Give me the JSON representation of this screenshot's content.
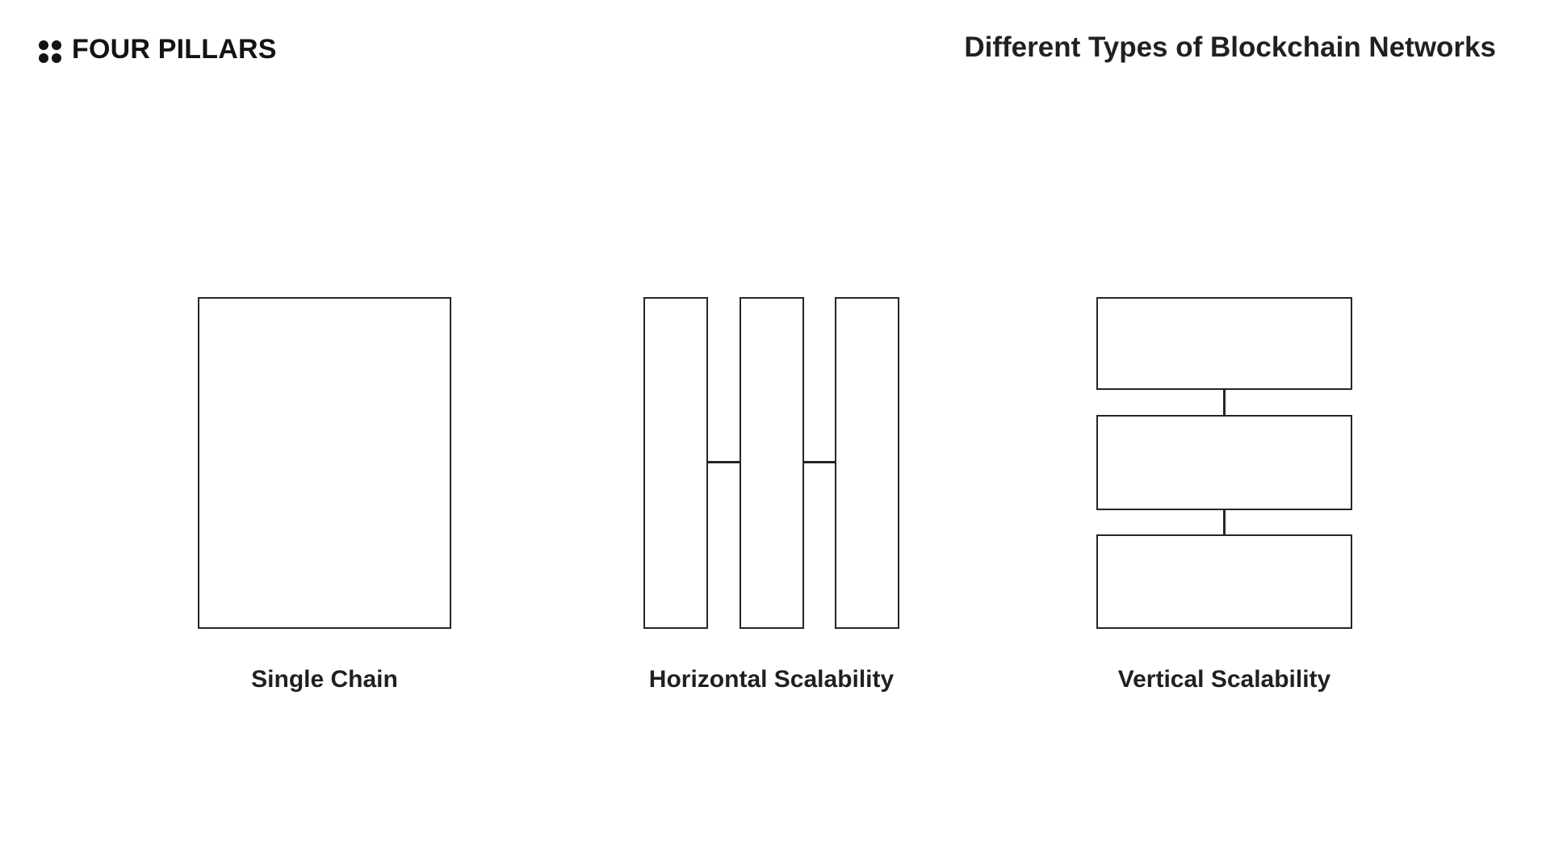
{
  "header": {
    "logo": {
      "icon": "four-dots-logo-icon",
      "text": "FOUR PILLARS"
    },
    "title": "Different Types of Blockchain Networks"
  },
  "diagrams": [
    {
      "id": "single-chain",
      "type": "one-large-block",
      "label": "Single Chain"
    },
    {
      "id": "horizontal-scalability",
      "type": "three-vertical-blocks-linked-by-horizontal-connectors",
      "label": "Horizontal Scalability"
    },
    {
      "id": "vertical-scalability",
      "type": "three-stacked-blocks-linked-by-vertical-connectors",
      "label": "Vertical Scalability"
    }
  ],
  "colors": {
    "ink": "#231f20",
    "line": "#2a2423",
    "logo_ink": "#161213",
    "background": "#ffffff"
  }
}
